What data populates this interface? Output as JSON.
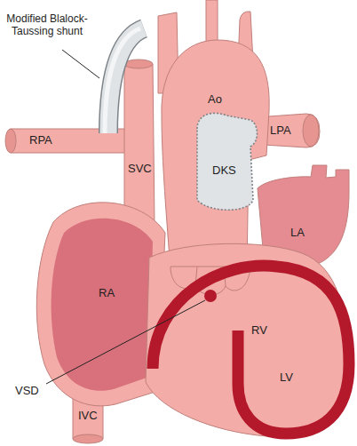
{
  "diagram": {
    "labels": [
      "Modified Blalock-Taussing shunt",
      "Ao",
      "SVC",
      "RPA",
      "LPA",
      "DKS",
      "LA",
      "RA",
      "RV",
      "VSD",
      "LV",
      "IVC"
    ]
  }
}
